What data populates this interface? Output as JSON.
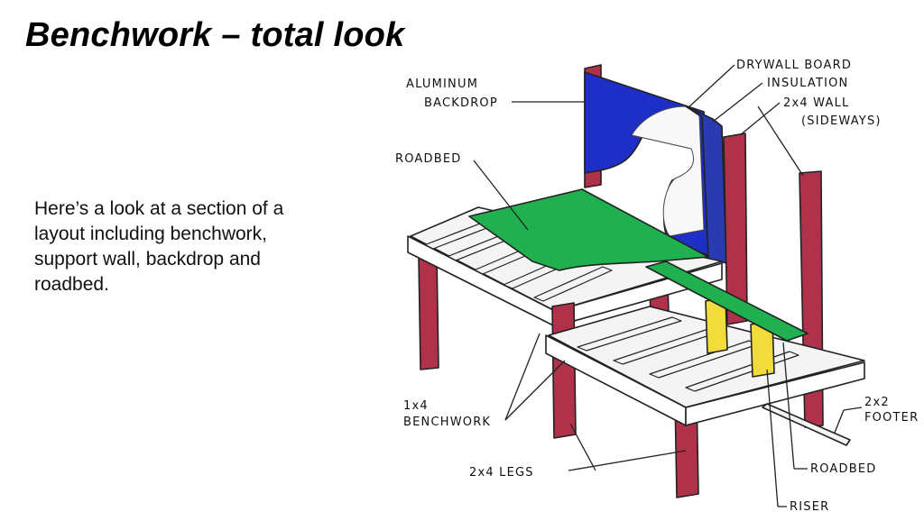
{
  "slide": {
    "title": "Benchwork – total look",
    "body": "Here’s a look at a section of a layout including benchwork, support wall, backdrop and roadbed."
  },
  "labels": {
    "aluminum_1": "ALUMINUM",
    "aluminum_2": "BACKDROP",
    "drywall": "DRYWALL BOARD",
    "insulation": "INSULATION",
    "wall_1": "2x4 WALL",
    "wall_2": "(SIDEWAYS)",
    "roadbed_top": "ROADBED",
    "benchwork_1": "1x4",
    "benchwork_2": "BENCHWORK",
    "legs": "2x4 LEGS",
    "footer_1": "2x2",
    "footer_2": "FOOTER",
    "roadbed_bottom": "ROADBED",
    "riser": "RISER"
  },
  "colors": {
    "backdrop_blue": "#1e2fc8",
    "roadbed_green": "#20b050",
    "leg_red": "#b0324a",
    "riser_yellow": "#f2dc3c",
    "frame_white": "#f4f4f4",
    "outline": "#222222"
  }
}
